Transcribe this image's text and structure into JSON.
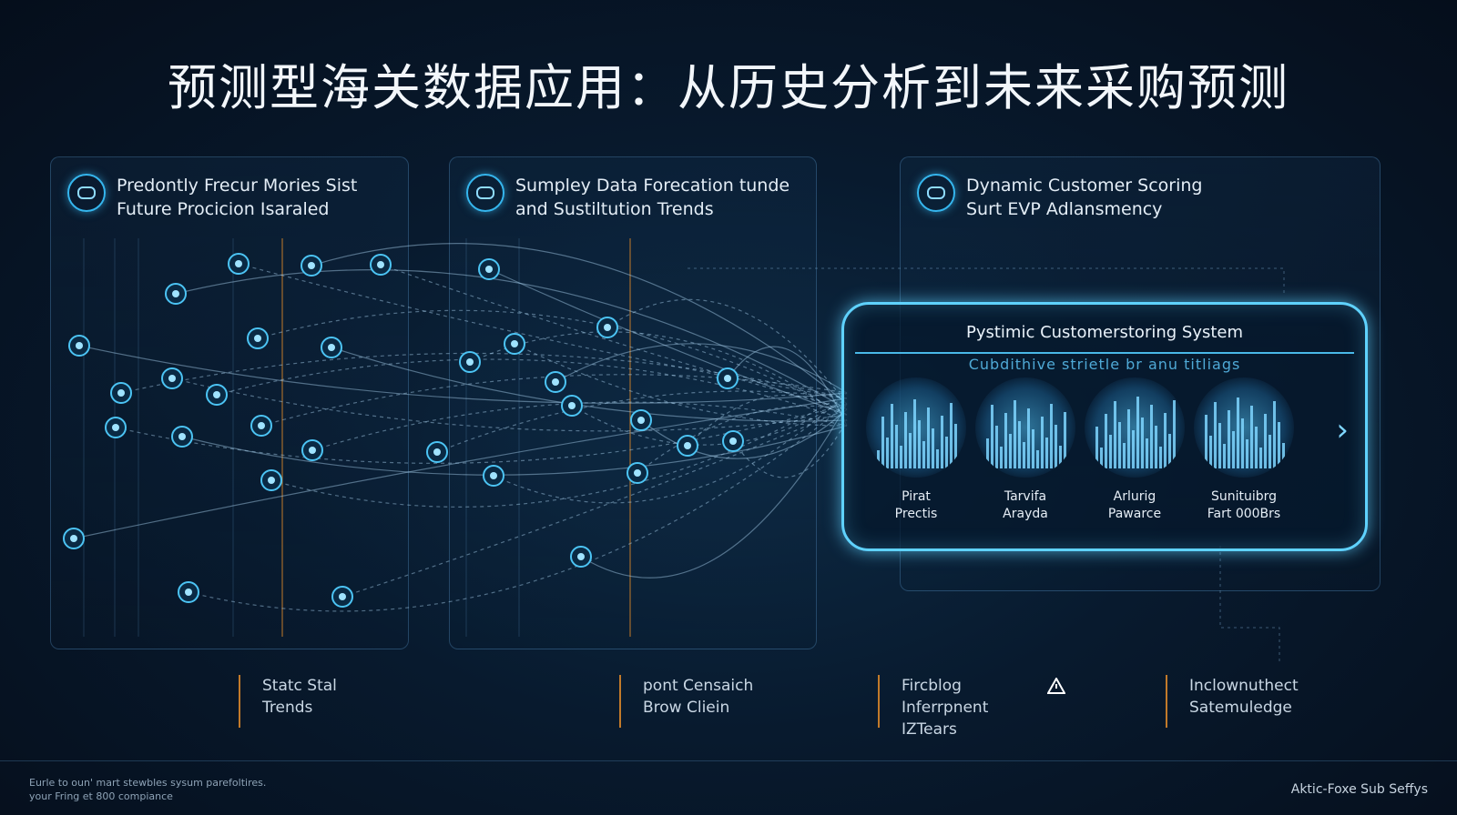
{
  "title": "预测型海关数据应用：从历史分析到未来采购预测",
  "panels": [
    {
      "title": "Predontly Frecur Mories Sist\nFuture Procicion Isaraled",
      "icon": "analytics-icon"
    },
    {
      "title": "Sumpley Data Forecation tunde\nand Sustiltution Trends",
      "icon": "forecast-icon"
    },
    {
      "title": "Dynamic Customer Scoring\nSurt EVP Adlansmency",
      "icon": "scoring-icon"
    }
  ],
  "scoring_system": {
    "title": "Pystimic Customerstoring System",
    "subtitle": "Cubdithive strietle br anu titliags",
    "metrics": [
      {
        "label": "Pirat\nPrectis"
      },
      {
        "label": "Tarvifa\nArayda"
      },
      {
        "label": "Arlurig\nPawarce"
      },
      {
        "label": "Sunituibrg\nFart 000Brs"
      }
    ]
  },
  "bottom_labels": [
    {
      "text": "Statc Stal\nTrends"
    },
    {
      "text": "pont Censaich\nBrow Cliein"
    },
    {
      "text": "Fircblog\nInferrpnent\nIZTears"
    },
    {
      "text": "Inclownuthect\nSatemuledge"
    }
  ],
  "footer": {
    "left": "Eurle to oun' mart stewbles sysum parefoltires.\nyour Fring et 800 compiance",
    "right": "Aktic-Foxe Sub Seffys"
  },
  "colors": {
    "accent": "#5fd2ff",
    "highlight": "#c27a2a",
    "background": "#081a2e"
  }
}
